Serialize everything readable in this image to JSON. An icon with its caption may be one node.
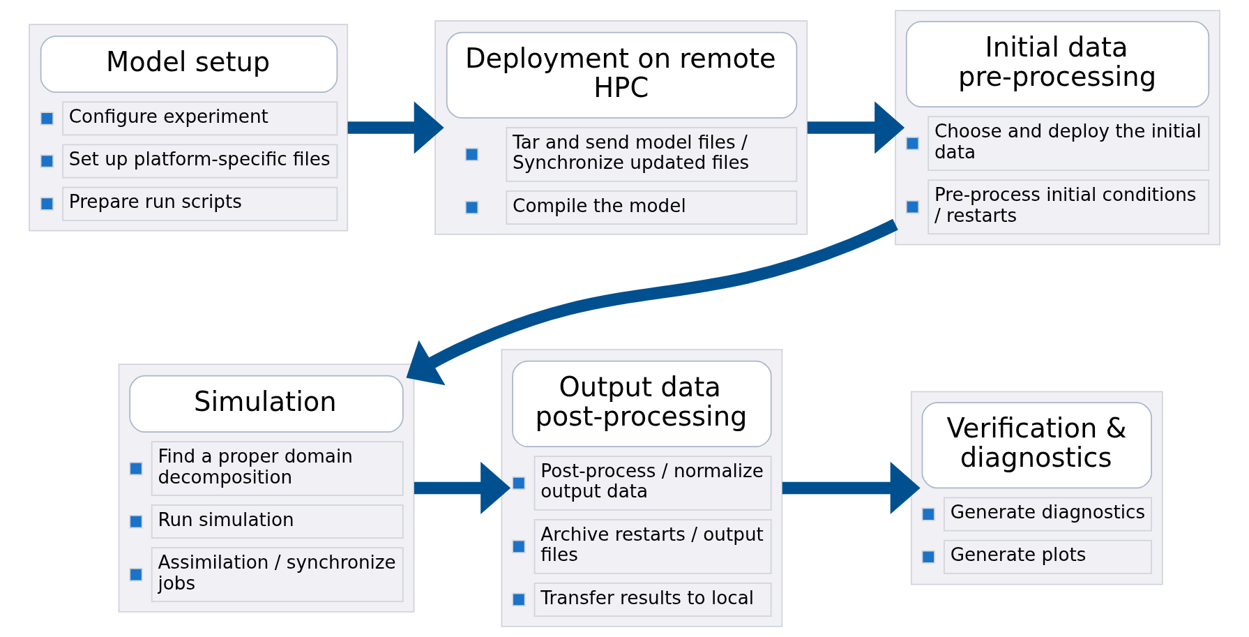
{
  "diagram": {
    "nodes": [
      {
        "text": [
          "Model setup",
          "Configure experiment",
          "Set up platform-specific files",
          "Prepare run scripts"
        ]
      },
      {
        "text": [
          "Deployment on remote HPC",
          "Tar and send model files / Synchronize updated files",
          "Compile the model"
        ]
      },
      {
        "text": [
          "Initial data pre-processing",
          "Choose and deploy the initial data",
          "Pre-process initial conditions / restarts"
        ]
      },
      {
        "text": [
          "Simulation",
          "Find a proper domain decomposition",
          "Run simulation",
          "Assimilation / synchronize jobs"
        ]
      },
      {
        "text": [
          "Output data post-processing",
          "Post-process / normalize output data",
          "Archive restarts / output files",
          "Transfer results to local"
        ]
      },
      {
        "text": [
          "Verification & diagnostics",
          "Generate diagnostics",
          "Generate plots"
        ]
      }
    ],
    "edges": [
      {
        "from": 0,
        "to": 1,
        "arrow": "to"
      },
      {
        "from": 1,
        "to": 2,
        "arrow": "to"
      },
      {
        "from": 2,
        "to": 3,
        "arrow": "to"
      },
      {
        "from": 3,
        "to": 4,
        "arrow": "to"
      },
      {
        "from": 4,
        "to": 5,
        "arrow": "to"
      }
    ]
  }
}
